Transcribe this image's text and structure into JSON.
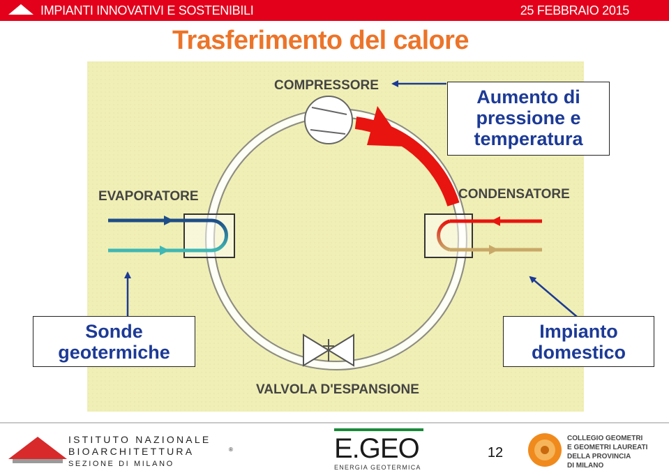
{
  "header": {
    "left_text": "IMPIANTI  INNOVATIVI  E SOSTENIBILI",
    "date": "25 FEBBRAIO 2015",
    "home_icon": "home-icon"
  },
  "slide": {
    "title": "Trasferimento del calore"
  },
  "diagram": {
    "labels": {
      "compressore": "COMPRESSORE",
      "evaporatore": "EVAPORATORE",
      "condensatore": "CONDENSATORE",
      "valvola": "VALVOLA D'ESPANSIONE"
    },
    "colors": {
      "background": "#f0efb5",
      "hot": "#e8140f",
      "cold_dark": "#1e4e88",
      "cold_light": "#3fb7b4",
      "warm": "#c8a868"
    }
  },
  "callouts": {
    "top": [
      "Aumento di",
      "pressione e",
      "temperatura"
    ],
    "left": [
      "Sonde",
      "geotermiche"
    ],
    "right": [
      "Impianto",
      "domestico"
    ]
  },
  "footer": {
    "inbar": {
      "line1": "ISTITUTO NAZIONALE",
      "line2": "BIOARCHITETTURA",
      "line2_mark": "®",
      "line3": "SEZIONE DI MILANO"
    },
    "egeo": {
      "logo": "E.GEO",
      "subtitle": "ENERGIA   GEOTERMICA"
    },
    "page_number": "12",
    "collegio": [
      "COLLEGIO GEOMETRI",
      "E GEOMETRI LAUREATI",
      "DELLA PROVINCIA",
      "DI MILANO"
    ]
  }
}
